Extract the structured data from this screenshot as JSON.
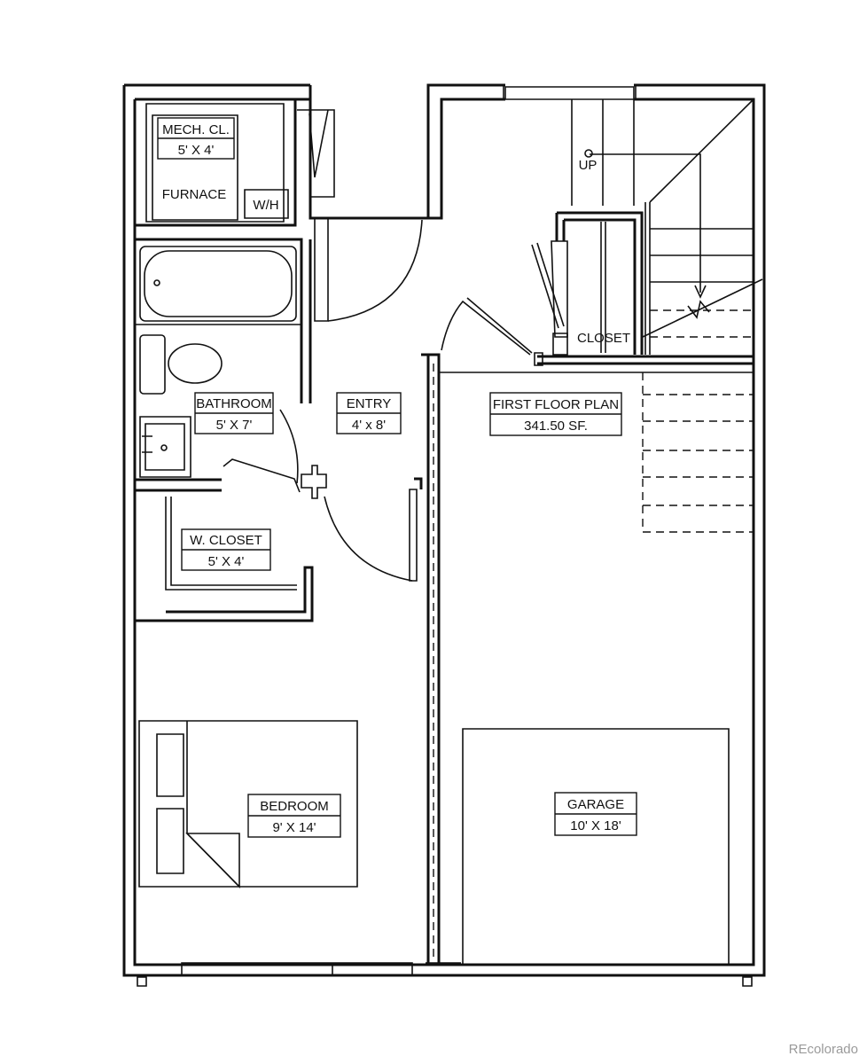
{
  "rooms": [
    {
      "id": "mech",
      "name": "MECH. CL.",
      "dims": "5' X 4'"
    },
    {
      "id": "bath",
      "name": "BATHROOM",
      "dims": "5' X 7'"
    },
    {
      "id": "entry",
      "name": "ENTRY",
      "dims": "4' x 8'"
    },
    {
      "id": "plan",
      "name": "FIRST FLOOR PLAN",
      "dims": "341.50 SF."
    },
    {
      "id": "wcloset",
      "name": "W. CLOSET",
      "dims": "5' X 4'"
    },
    {
      "id": "bedroom",
      "name": "BEDROOM",
      "dims": "9' X 14'"
    },
    {
      "id": "garage",
      "name": "GARAGE",
      "dims": "10' X 18'"
    }
  ],
  "labels": {
    "furnace": "FURNACE",
    "water_heater": "W/H",
    "closet": "CLOSET",
    "up": "UP"
  },
  "watermark": "REcolorado"
}
